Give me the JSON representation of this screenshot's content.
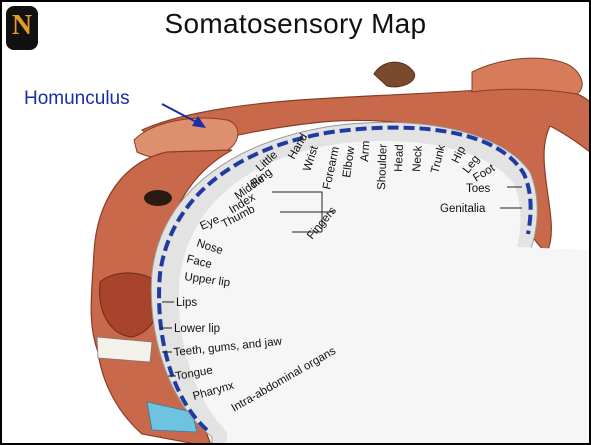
{
  "title": "Somatosensory Map",
  "logo_text": "N",
  "homunculus_label": "Homunculus",
  "colors": {
    "skin": "#c8694b",
    "skin_light": "#de8f6e",
    "cortex": "#e3e3e3",
    "dash": "#1f3aa0",
    "arrow": "#1a2fa6"
  },
  "regions_arc": [
    "Little",
    "Ring",
    "Middle",
    "Index",
    "Thumb",
    "Eye",
    "Nose",
    "Face",
    "Upper lip",
    "Lips",
    "Lower lip",
    "Teeth, gums, and jaw",
    "Tongue",
    "Pharynx",
    "Intra-abdominal organs"
  ],
  "regions_top": [
    "Hand",
    "Wrist",
    "Forearm",
    "Elbow",
    "Arm",
    "Shoulder",
    "Head",
    "Neck",
    "Trunk",
    "Hip",
    "Leg",
    "Foot",
    "Toes",
    "Genitalia"
  ],
  "fingers_label": "Fingers"
}
